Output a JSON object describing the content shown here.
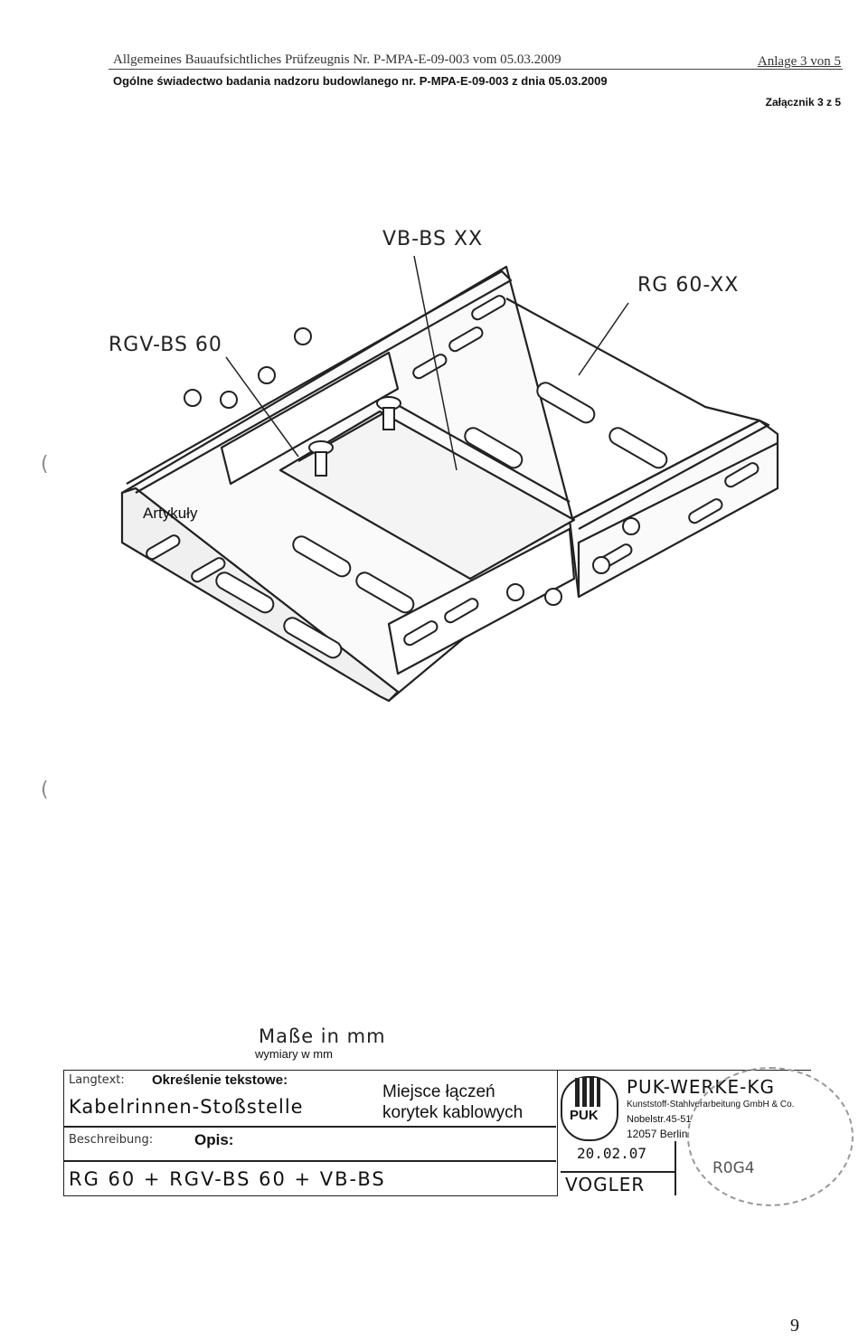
{
  "header": {
    "line1": "Allgemeines Bauaufsichtliches Prüfzeugnis Nr. P-MPA-E-09-003  vom 05.03.2009",
    "line1_right": "Anlage 3 von 5",
    "line2": "Ogólne świadectwo badania nadzoru budowlanego nr. P-MPA-E-09-003 z dnia 05.03.2009",
    "line2_right": "Załącznik  3 z 5"
  },
  "drawing": {
    "callout_vb": "VB-BS XX",
    "callout_rg": "RG 60-XX",
    "callout_rgv": "RGV-BS 60",
    "overlay_label": "Artykuły"
  },
  "dimensions": {
    "de": "Maße in mm",
    "pl": "wymiary w mm"
  },
  "title_block": {
    "langtext_label": "Langtext:",
    "langtext_pl": "Określenie tekstowe:",
    "langtext_value": "Kabelrinnen-Stoßstelle",
    "miejsce": "Miejsce łączeń\nkorytek kablowych",
    "beschreibung_label": "Beschreibung:",
    "opis": "Opis:",
    "description": "RG 60 + RGV-BS 60 + VB-BS",
    "company": "PUK-WERKE-KG",
    "company_sub": "Kunststoff-Stahlverarbeitung GmbH & Co.",
    "address1": "Nobelstr.45-51",
    "address2": "12057 Berlin",
    "logo_text": "PUK",
    "date": "20.02.07",
    "drawn_by": "VOGLER",
    "drawing_no": "R0G4"
  },
  "page_number": "9"
}
